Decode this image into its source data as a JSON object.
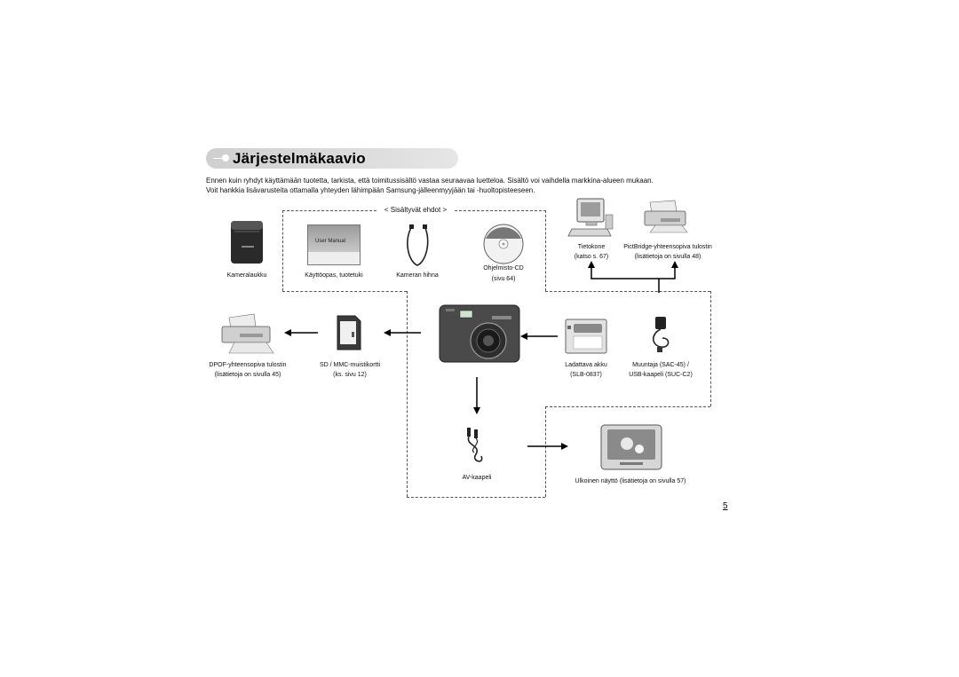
{
  "header": {
    "title": "Järjestelmäkaavio"
  },
  "intro": {
    "line1": "Ennen kuin ryhdyt käyttämään tuotetta, tarkista, että toimitussisältö vastaa seuraavaa luetteloa. Sisältö voi vaihdella markkina-alueen mukaan.",
    "line2": "Voit hankkia lisävarusteita ottamalla yhteyden lähimpään Samsung-jälleenmyyjään tai -huoltopisteeseen."
  },
  "included": {
    "heading": "< Sisältyvät ehdot >",
    "camera_case": "Kameralaukku",
    "manual": "Käyttöopas, tuotetuki",
    "manual_cover": "User Manual",
    "strap": "Kameran hihna",
    "cd_line1": "Ohjelmisto-CD",
    "cd_line2": "(sivu 64)"
  },
  "computer": {
    "line1": "Tietokone",
    "line2": "(katso s. 67)"
  },
  "pictbridge_printer": {
    "line1": "PictBridge-yhteensopiva tulostin",
    "line2": "(lisätietoja on sivulla 48)"
  },
  "dpof_printer": {
    "line1": "DPOF-yhteensopiva tulostin",
    "line2": "(lisätietoja on sivulla 45)"
  },
  "memory_card": {
    "line1": "SD / MMC-muistikortti",
    "line2": "(ks. sivu 12)"
  },
  "battery": {
    "line1": "Ladattava akku",
    "line2": "(SLB-0837)"
  },
  "adapter": {
    "line1": "Muuntaja (SAC-45) /",
    "line2": "USB-kaapeli (SUC-C2)"
  },
  "av_cable": {
    "label": "AV-kaapeli"
  },
  "monitor": {
    "label": "Ulkoinen näyttö (lisätietoja on sivulla 57)"
  },
  "page": {
    "number": "5"
  }
}
